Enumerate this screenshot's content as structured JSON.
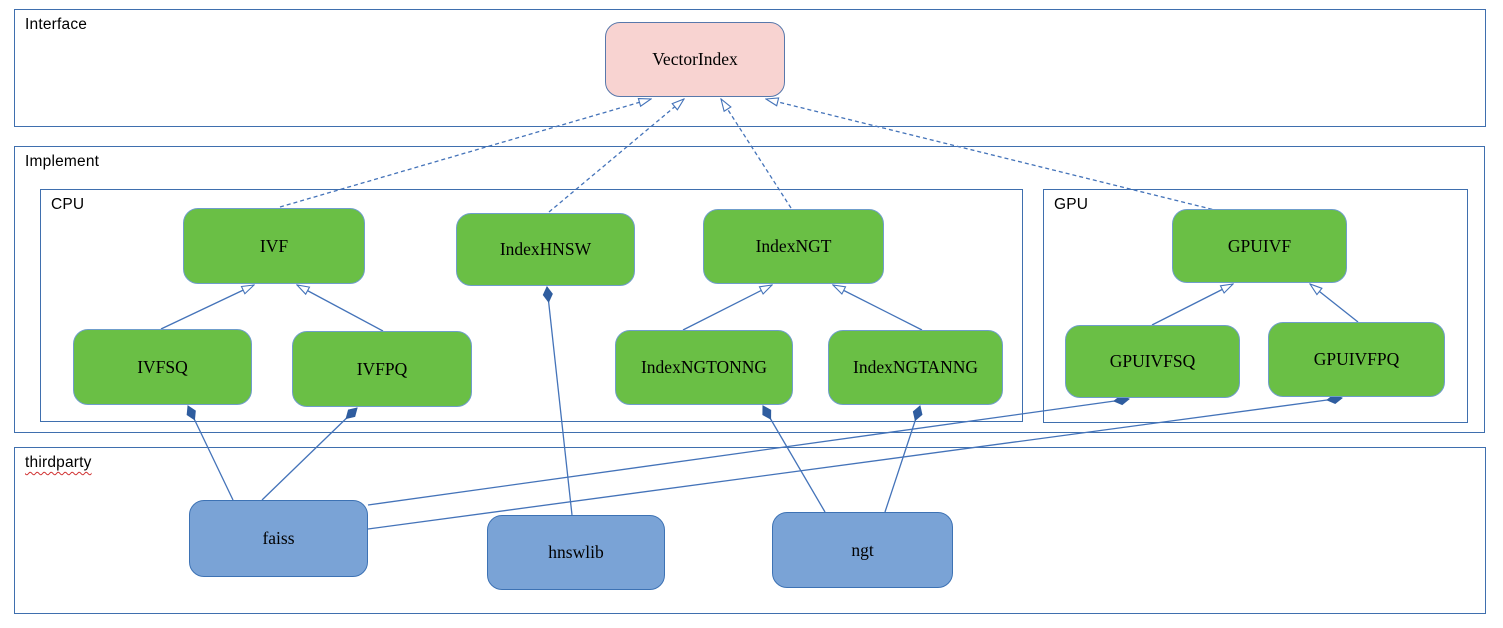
{
  "containers": {
    "interface": {
      "label": "Interface"
    },
    "implement": {
      "label": "Implement"
    },
    "cpu": {
      "label": "CPU"
    },
    "gpu": {
      "label": "GPU"
    },
    "thirdparty": {
      "label": "thirdparty"
    }
  },
  "nodes": {
    "vectorindex": {
      "label": "VectorIndex",
      "group": "interface"
    },
    "ivf": {
      "label": "IVF",
      "group": "cpu"
    },
    "indexhnsw": {
      "label": "IndexHNSW",
      "group": "cpu"
    },
    "indexngt": {
      "label": "IndexNGT",
      "group": "cpu"
    },
    "gpuivf": {
      "label": "GPUIVF",
      "group": "gpu"
    },
    "ivfsq": {
      "label": "IVFSQ",
      "group": "cpu"
    },
    "ivfpq": {
      "label": "IVFPQ",
      "group": "cpu"
    },
    "indexngtonng": {
      "label": "IndexNGTONNG",
      "group": "cpu"
    },
    "indexngtanng": {
      "label": "IndexNGTANNG",
      "group": "cpu"
    },
    "gpuivfsq": {
      "label": "GPUIVFSQ",
      "group": "gpu"
    },
    "gpuivfpq": {
      "label": "GPUIVFPQ",
      "group": "gpu"
    },
    "faiss": {
      "label": "faiss",
      "group": "thirdparty"
    },
    "hnswlib": {
      "label": "hnswlib",
      "group": "thirdparty"
    },
    "ngt": {
      "label": "ngt",
      "group": "thirdparty"
    }
  },
  "edges": [
    {
      "from": "ivf",
      "to": "vectorindex",
      "type": "realization"
    },
    {
      "from": "indexhnsw",
      "to": "vectorindex",
      "type": "realization"
    },
    {
      "from": "indexngt",
      "to": "vectorindex",
      "type": "realization"
    },
    {
      "from": "gpuivf",
      "to": "vectorindex",
      "type": "realization"
    },
    {
      "from": "ivfsq",
      "to": "ivf",
      "type": "generalization"
    },
    {
      "from": "ivfpq",
      "to": "ivf",
      "type": "generalization"
    },
    {
      "from": "indexngtonng",
      "to": "indexngt",
      "type": "generalization"
    },
    {
      "from": "indexngtanng",
      "to": "indexngt",
      "type": "generalization"
    },
    {
      "from": "gpuivfsq",
      "to": "gpuivf",
      "type": "generalization"
    },
    {
      "from": "gpuivfpq",
      "to": "gpuivf",
      "type": "generalization"
    },
    {
      "from": "faiss",
      "to": "ivfsq",
      "type": "composition"
    },
    {
      "from": "faiss",
      "to": "ivfpq",
      "type": "composition"
    },
    {
      "from": "faiss",
      "to": "gpuivfsq",
      "type": "composition"
    },
    {
      "from": "faiss",
      "to": "gpuivfpq",
      "type": "composition"
    },
    {
      "from": "hnswlib",
      "to": "indexhnsw",
      "type": "composition"
    },
    {
      "from": "ngt",
      "to": "indexngtonng",
      "type": "composition"
    },
    {
      "from": "ngt",
      "to": "indexngtanng",
      "type": "composition"
    }
  ],
  "colors": {
    "node_green": "#6abf45",
    "node_green_border": "#6f9dcb",
    "node_blue": "#7aa3d6",
    "node_blue_border": "#3d72b4",
    "node_pink": "#f8d3d1",
    "node_pink_border": "#5878ab",
    "container_border": "#3f6fae",
    "edge": "#4473b9",
    "diamond": "#2f5d9f",
    "text": "#000000",
    "squiggle": "#d03030"
  }
}
